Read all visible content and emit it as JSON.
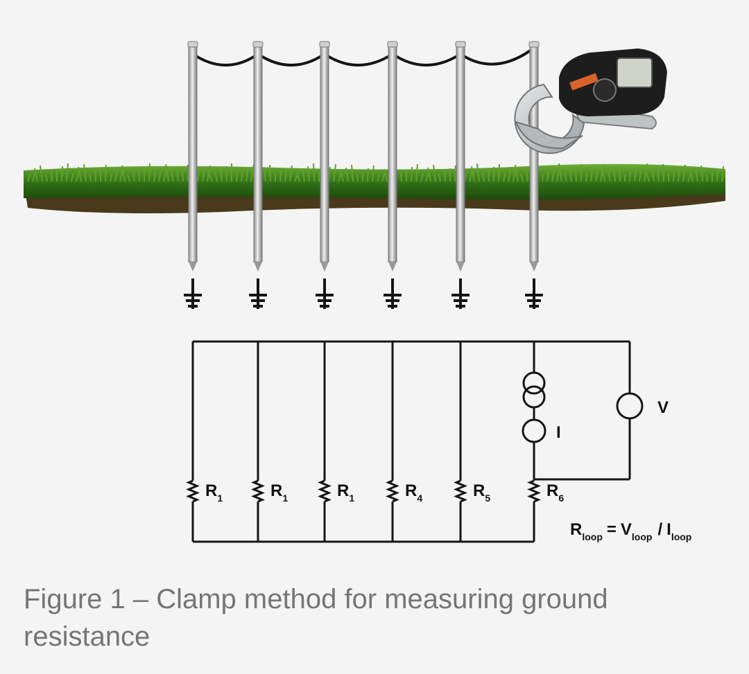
{
  "diagram": {
    "resistors": [
      {
        "base": "R",
        "sub": "1"
      },
      {
        "base": "R",
        "sub": "1"
      },
      {
        "base": "R",
        "sub": "1"
      },
      {
        "base": "R",
        "sub": "4"
      },
      {
        "base": "R",
        "sub": "5"
      },
      {
        "base": "R",
        "sub": "6"
      }
    ],
    "current_label": "I",
    "voltage_label": "V",
    "formula": {
      "r": "R",
      "r_sub": "loop",
      "eq": "=",
      "v": "V",
      "v_sub": "loop",
      "div": "/",
      "i": "I",
      "i_sub": "loop"
    },
    "colors": {
      "grass": "#3f7f1e",
      "soil": "#4a3a1c",
      "rod": "#b9b9b9",
      "wire": "#151515",
      "clamp_body": "#1d1d1d",
      "clamp_jaw": "#c9cccd"
    }
  },
  "caption": "Figure 1 – Clamp method for measuring ground resistance"
}
